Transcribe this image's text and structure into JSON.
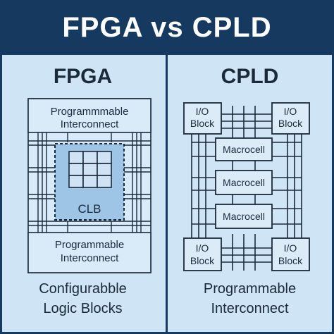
{
  "title": "FPGA vs CPLD",
  "fpga": {
    "heading": "FPGA",
    "interconnect_top_line1": "Programmmable",
    "interconnect_top_line2": "Interconnect",
    "clb_label": "CLB",
    "interconnect_bottom_line1": "Programmable",
    "interconnect_bottom_line2": "Interconnect",
    "caption_line1": "Configurabble",
    "caption_line2": "Logic Blocks"
  },
  "cpld": {
    "heading": "CPLD",
    "io_blocks": [
      {
        "line1": "I/O",
        "line2": "Block"
      },
      {
        "line1": "I/O",
        "line2": "Block"
      },
      {
        "line1": "I/O",
        "line2": "Block"
      },
      {
        "line1": "I/O",
        "line2": "Block"
      }
    ],
    "macrocells": [
      "Macrocell",
      "Macrocell",
      "Macrocell"
    ],
    "caption_line1": "Programmable",
    "caption_line2": "Interconnect"
  },
  "colors": {
    "title_bar": "#163a5f",
    "background": "#cfe4f5",
    "line": "#1b2a3a",
    "clb_fill": "#9ec5e6",
    "cell_fill": "#dcebf8"
  }
}
